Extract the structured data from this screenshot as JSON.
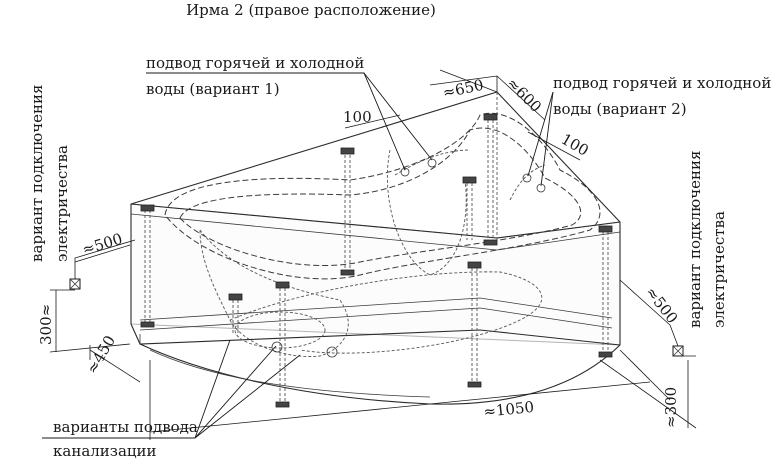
{
  "title": "Ирма 2 (правое расположение)",
  "labels": {
    "water_v1_line1": "подвод горячей и холодной",
    "water_v1_line2": "воды (вариант 1)",
    "water_v2_line1": "подвод горячей и холодной",
    "water_v2_line2": "воды (вариант 2)",
    "electric_left_1": "вариант подключения",
    "electric_left_2": "электричества",
    "electric_right_1": "вариант подключения",
    "electric_right_2": "электричества",
    "drain_line1": "варианты подвода",
    "drain_line2": "канализации"
  },
  "dimensions": {
    "d100_left": "100",
    "d650": "≈650",
    "d600": "≈600",
    "d100_right": "100",
    "d500_left": "≈500",
    "d300_left": "300≈",
    "d450": "≈450",
    "d1050": "≈1050",
    "d500_right": "≈500",
    "d300_right": "≈300"
  }
}
